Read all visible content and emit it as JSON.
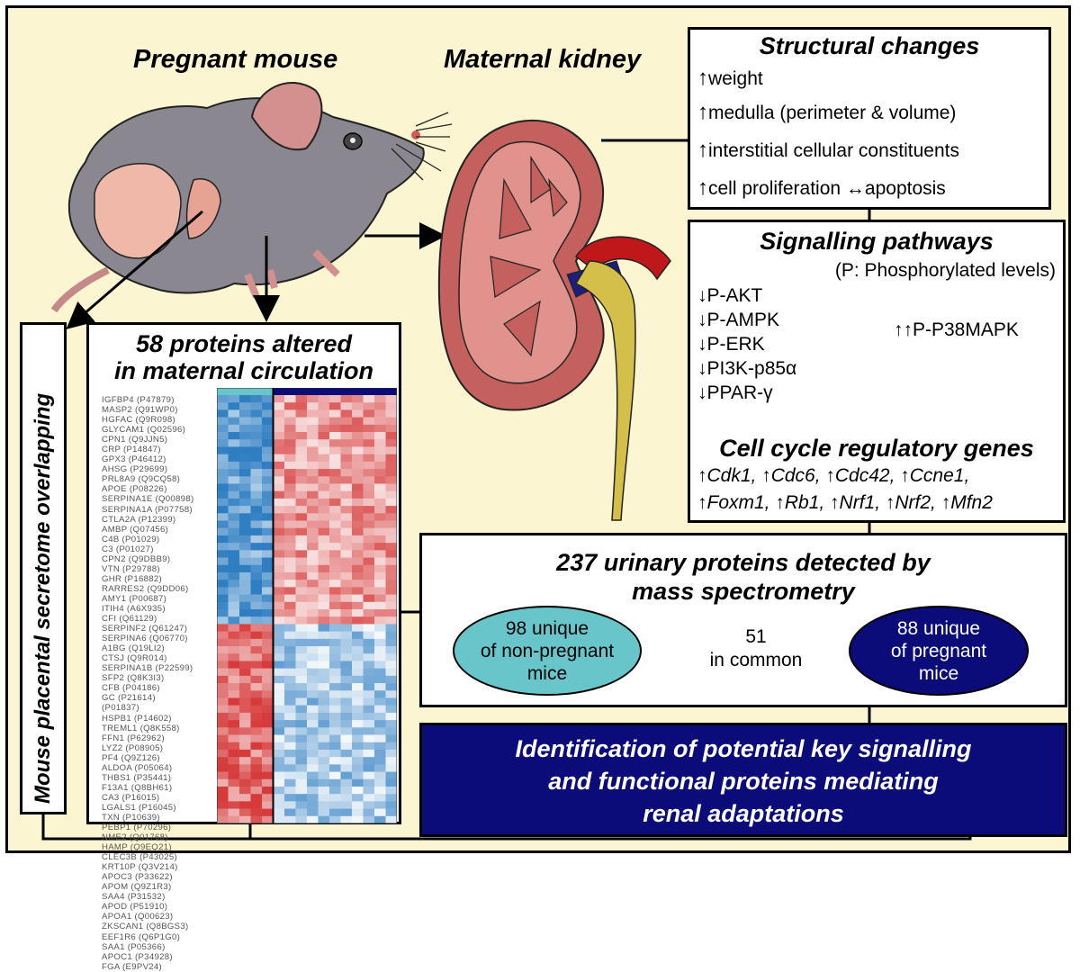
{
  "labels": {
    "pregnant_mouse": "Pregnant mouse",
    "maternal_kidney": "Maternal kidney",
    "secretome": "Mouse placental secretome overlapping"
  },
  "structural": {
    "title": "Structural changes",
    "items": [
      {
        "arrow": "↑",
        "text": "weight"
      },
      {
        "arrow": "↑",
        "text": "medulla (perimeter & volume)"
      },
      {
        "arrow": "↑",
        "text": "interstitial cellular constituents"
      },
      {
        "arrow": "↑",
        "text": "cell  proliferation ↔apoptosis"
      }
    ]
  },
  "signalling": {
    "title": "Signalling pathways",
    "subtitle": "(P: Phosphorylated levels)",
    "down_items": [
      "↓P-AKT",
      "↓P-AMPK",
      "↓P-ERK",
      "↓PI3K-p85α",
      "↓PPAR-γ"
    ],
    "up_item": "↑↑P-P38MAPK",
    "cell_cycle_title": "Cell cycle regulatory genes",
    "genes_line1": "↑Cdk1, ↑Cdc6, ↑Cdc42, ↑Ccne1,",
    "genes_line2": "↑Foxm1, ↑Rb1, ↑Nrf1, ↑Nrf2, ↑Mfn2"
  },
  "proteins": {
    "title_line1": "58 proteins altered",
    "title_line2": "in maternal circulation",
    "list": [
      "IGFBP4 (P47879)",
      "MASP2 (Q91WP0)",
      "HGFAC (Q9R098)",
      "GLYCAM1 (Q02596)",
      "CPN1 (Q9JJN5)",
      "CRP (P14847)",
      "GPX3 (P46412)",
      "AHSG (P29699)",
      "PRL8A9 (Q9CQ58)",
      "APOE (P08226)",
      "SERPINA1E (Q00898)",
      "SERPINA1A (P07758)",
      "CTLA2A (P12399)",
      "AMBP (Q07456)",
      "C4B (P01029)",
      "C3 (P01027)",
      "CPN2 (Q9DBB9)",
      "VTN (P29788)",
      "GHR (P16882)",
      "RARRES2 (Q9DD06)",
      "AMY1 (P00687)",
      "ITIH4 (A6X935)",
      "CFI (Q61129)",
      "SERPINF2 (Q61247)",
      "SERPINA6 (Q06770)",
      "A1BG (Q19LI2)",
      "CTSJ (Q9R014)",
      "SERPINA1B (P22599)",
      "SFP2 (Q8K3I3)",
      "CFB (P04186)",
      "GC (P21614)",
      "(P01837)",
      "HSPB1 (P14602)",
      "TREML1 (Q8K558)",
      "FFN1 (P62962)",
      "LYZ2 (P08905)",
      "PF4 (Q9Z126)",
      "ALDOA (P05064)",
      "THBS1 (P35441)",
      "F13A1 (Q8BH61)",
      "CA3 (P16015)",
      "LGALS1 (P16045)",
      "TXN (P10639)",
      "PEBP1 (P70296)",
      "NME2 (Q01768)",
      "HAMP (Q9EQ21)",
      "CLEC3B (P43025)",
      "KRT10P (Q3V214)",
      "APOC3 (P33622)",
      "APOM (Q9Z1R3)",
      "SAA4 (P31532)",
      "APOD (P51910)",
      "APOA1 (Q00623)",
      "ZKSCAN1 (Q8BGS3)",
      "EEF1R6 (Q6P1G0)",
      "SAA1 (P05366)",
      "APOC1 (P34928)",
      "FGA (E9PV24)"
    ]
  },
  "urinary": {
    "title_line1": "237 urinary proteins detected by",
    "title_line2": "mass spectrometry",
    "non_pregnant": "98 unique\nof non-pregnant\nmice",
    "common": "51\nin common",
    "pregnant": "88 unique\nof pregnant\nmice"
  },
  "conclusion": {
    "line1": "Identification of  potential key signalling",
    "line2": "and functional proteins mediating",
    "line3": "renal adaptations"
  },
  "colors": {
    "background": "#fbf6d1",
    "navy": "#0b0b7a",
    "teal_ellipse": "#68c6cb",
    "heatmap_high": "#d63a3a",
    "heatmap_low": "#2f7ec2"
  }
}
